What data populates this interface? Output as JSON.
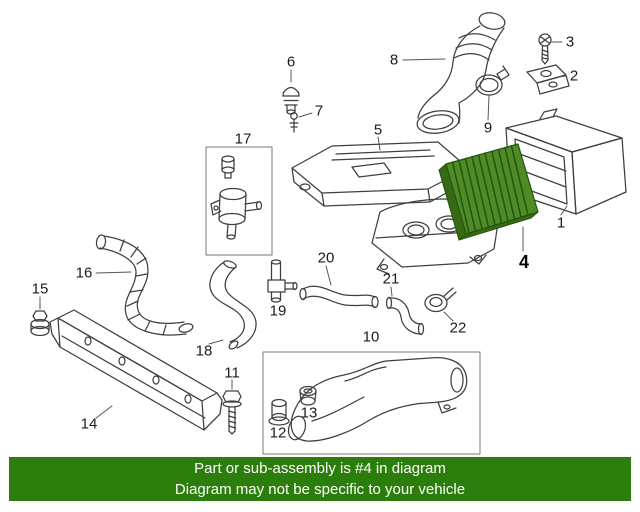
{
  "diagram": {
    "type": "exploded-parts-diagram",
    "callouts": [
      "1",
      "2",
      "3",
      "4",
      "5",
      "6",
      "7",
      "8",
      "9",
      "10",
      "11",
      "12",
      "13",
      "14",
      "15",
      "16",
      "17",
      "18",
      "19",
      "20",
      "21",
      "22"
    ],
    "highlighted_callout": "4"
  },
  "banner": {
    "line1": "Part or sub-assembly is #4 in diagram",
    "line2": "Diagram may not be specific to your vehicle"
  },
  "colors": {
    "banner_bg": "#2c7e0c",
    "banner_text": "#ffffff",
    "highlight_fill": "#4f8b26",
    "highlight_side": "#386a14",
    "highlight_stroke": "#23550e",
    "line_art": "#3f3f3f"
  }
}
